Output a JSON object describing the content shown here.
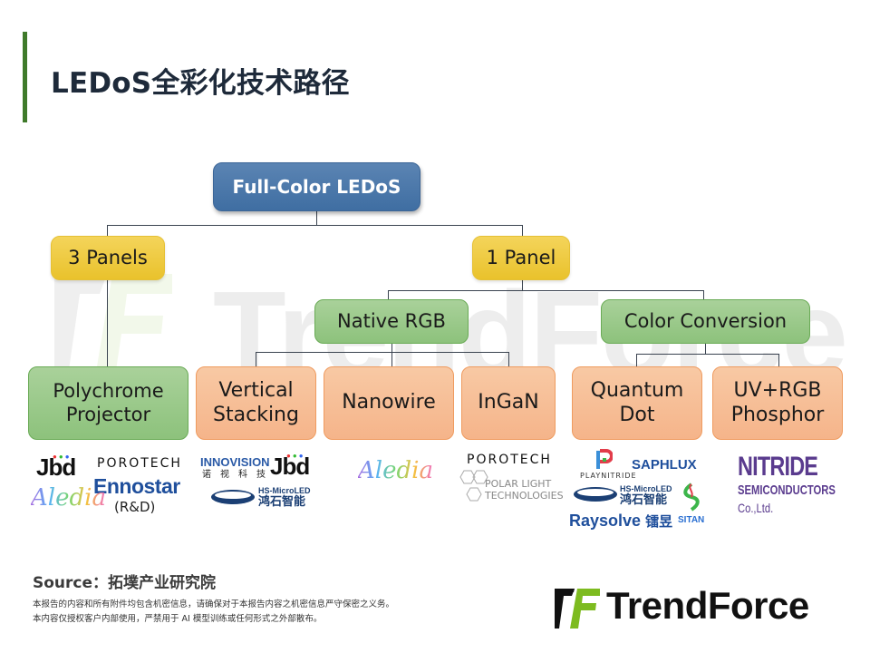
{
  "page": {
    "title": "LEDoS全彩化技术路径",
    "accent_color": "#3f7a2a"
  },
  "diagram": {
    "root": {
      "label": "Full-Color LEDoS",
      "color": "#4a78aa"
    },
    "level1": [
      {
        "label": "3 Panels",
        "color": "#efcb42"
      },
      {
        "label": "1 Panel",
        "color": "#efcb42"
      }
    ],
    "level2": [
      {
        "label": "Native RGB",
        "color": "#9ccb8a"
      },
      {
        "label": "Color Conversion",
        "color": "#9ccb8a"
      }
    ],
    "leaves": [
      {
        "label_line1": "Polychrome",
        "label_line2": "Projector",
        "color": "#9ccb8a",
        "parent": "3 Panels"
      },
      {
        "label_line1": "Vertical",
        "label_line2": "Stacking",
        "color": "#f6bd94",
        "parent": "Native RGB"
      },
      {
        "label_line1": "Nanowire",
        "label_line2": "",
        "color": "#f6bd94",
        "parent": "Native RGB"
      },
      {
        "label_line1": "InGaN",
        "label_line2": "",
        "color": "#f6bd94",
        "parent": "Native RGB"
      },
      {
        "label_line1": "Quantum",
        "label_line2": "Dot",
        "color": "#f6bd94",
        "parent": "Color Conversion"
      },
      {
        "label_line1": "UV+RGB",
        "label_line2": "Phosphor",
        "color": "#f6bd94",
        "parent": "Color Conversion"
      }
    ]
  },
  "companies": {
    "polychrome_projector": {
      "jbd": "Jbd",
      "porotech": "PORОTECH",
      "ennostar": "Ennostar",
      "ennostar_note": "(R&D)",
      "aledia": "Aledia"
    },
    "vertical_stacking": {
      "innovision": "INNOVISION",
      "innovision_cn": "诺视科技",
      "jbd": "Jbd",
      "hs_en": "HS-MicroLED",
      "hs_cn": "鸿石智能"
    },
    "nanowire": {
      "aledia": "Aledia"
    },
    "ingan": {
      "porotech": "PORОTECH",
      "polar_line1": "POLAR LIGHT",
      "polar_line2": "TECHNOLOGIES"
    },
    "quantum_dot": {
      "playnitride": "PLAYNITRIDE",
      "saphlux": "SAPHLUX",
      "hs_en": "HS-MicroLED",
      "hs_cn": "鸿石智能",
      "raysolve": "Raysolve",
      "raysolve_cn": "镭昱",
      "sitan": "SITAN"
    },
    "uv_rgb_phosphor": {
      "nitride": "NITRIDE",
      "semiconductors": "SEMICONDUCTORS",
      "coltd": "Co.,Ltd."
    }
  },
  "footer": {
    "source": "Source：拓墣产业研究院",
    "notice_line1": "本报告的内容和所有附件均包含机密信息，请确保对于本报告内容之机密信息严守保密之义务。",
    "notice_line2": "本内容仅授权客户内部使用，严禁用于 AI 模型训练或任何形式之外部散布。",
    "brand": "TrendForce",
    "brand_green": "#7dbb1f"
  },
  "watermark": {
    "text": "TrendForce"
  }
}
